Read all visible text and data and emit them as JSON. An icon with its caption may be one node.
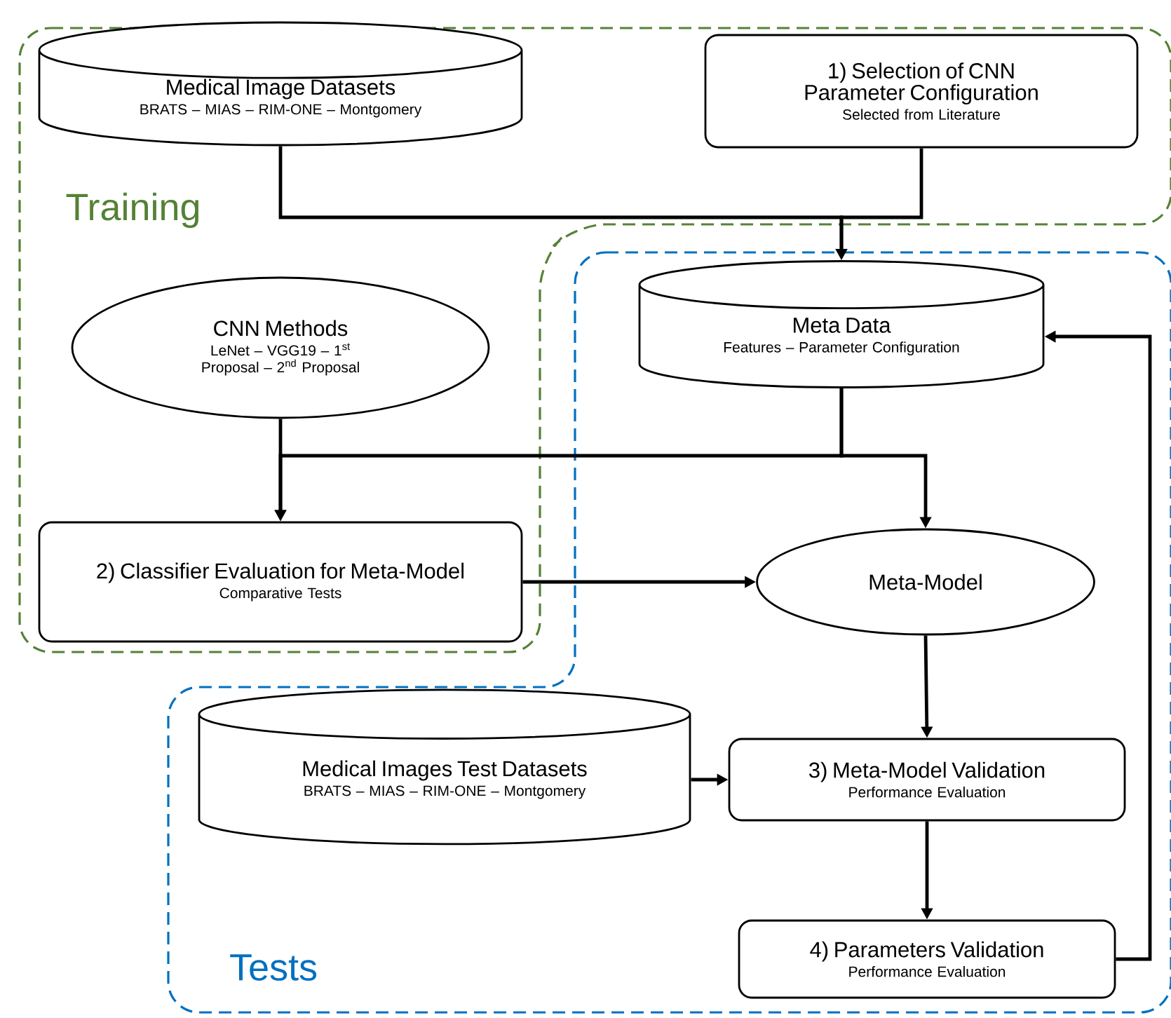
{
  "diagram": {
    "nodes": [
      {
        "text": [
          "Training"
        ]
      },
      {
        "text": [
          "Medical Image Datasets",
          "BRATS – MIAS – RIM-ONE – Montgomery"
        ],
        "in": 0
      },
      {
        "text": [
          "1) Selection of CNN Parameter Configuration",
          "Selected from Literature"
        ],
        "in": 0
      },
      {
        "text": [
          "CNN Methods",
          "LeNet – VGG19 – 1$^{st}$ Proposal – 2$^{nd}$ Proposal"
        ],
        "in": 0
      },
      {
        "text": [
          "2) Classifier Evaluation for Meta-Model",
          "Comparative Tests"
        ],
        "in": 0
      },
      {
        "text": [
          "Tests"
        ]
      },
      {
        "text": [
          "Meta Data",
          "Features – Parameter Configuration"
        ],
        "in": 5
      },
      {
        "text": [
          "Meta-Model"
        ],
        "in": 5
      },
      {
        "text": [
          "Medical Images Test Datasets",
          "BRATS – MIAS – RIM-ONE – Montgomery"
        ],
        "in": 5
      },
      {
        "text": [
          "3) Meta-Model Validation",
          "Performance Evaluation"
        ],
        "in": 5
      },
      {
        "text": [
          "4) Parameters Validation",
          "Performance Evaluation"
        ],
        "in": 5
      }
    ],
    "edges": [
      {
        "from": 1,
        "to": 6,
        "arrow": "to"
      },
      {
        "from": 2,
        "to": 6,
        "arrow": "to"
      },
      {
        "from": 3,
        "to": 4,
        "arrow": "to"
      },
      {
        "from": 6,
        "to": 4,
        "arrow": "to"
      },
      {
        "from": 6,
        "to": 7,
        "arrow": "to"
      },
      {
        "from": 4,
        "to": 7,
        "arrow": "to"
      },
      {
        "from": 7,
        "to": 9,
        "arrow": "to"
      },
      {
        "from": 8,
        "to": 9,
        "arrow": "to"
      },
      {
        "from": 9,
        "to": 10,
        "arrow": "to"
      },
      {
        "from": 10,
        "to": 6,
        "arrow": "to"
      }
    ]
  }
}
